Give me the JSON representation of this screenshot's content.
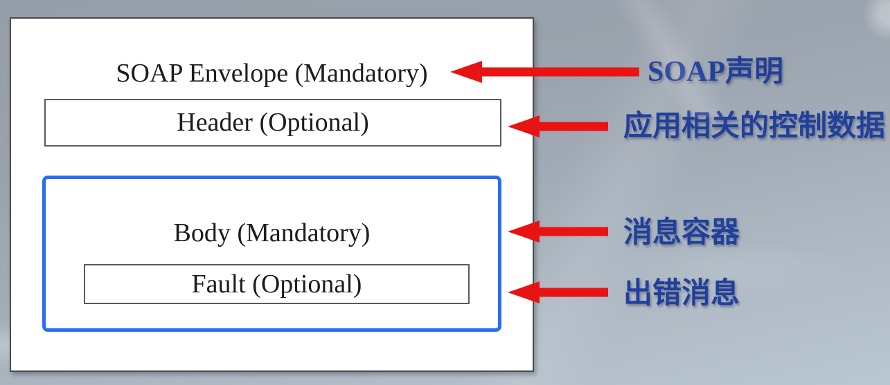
{
  "diagram": {
    "title_context": "SOAP message structure",
    "envelope": {
      "label": "SOAP Envelope (Mandatory)"
    },
    "header": {
      "label": "Header (Optional)"
    },
    "body": {
      "label": "Body (Mandatory)"
    },
    "fault": {
      "label": "Fault (Optional)"
    },
    "annotations": [
      {
        "icon": "arrow-left-icon",
        "label": "SOAP声明",
        "points_to": "SOAP Envelope (Mandatory)"
      },
      {
        "icon": "arrow-left-icon",
        "label": "应用相关的控制数据",
        "points_to": "Header (Optional)"
      },
      {
        "icon": "arrow-left-icon",
        "label": "消息容器",
        "points_to": "Body (Mandatory)"
      },
      {
        "icon": "arrow-left-icon",
        "label": "出错消息",
        "points_to": "Fault (Optional)"
      }
    ],
    "colors": {
      "arrow_red": "#e81414",
      "body_border_blue": "#2a6df0",
      "annotation_blue": "#213f9c",
      "outer_border": "#4a4a4a",
      "inner_border": "#5a5a5a",
      "background_top": "#969ea9",
      "background_bottom": "#bac6d0"
    }
  }
}
